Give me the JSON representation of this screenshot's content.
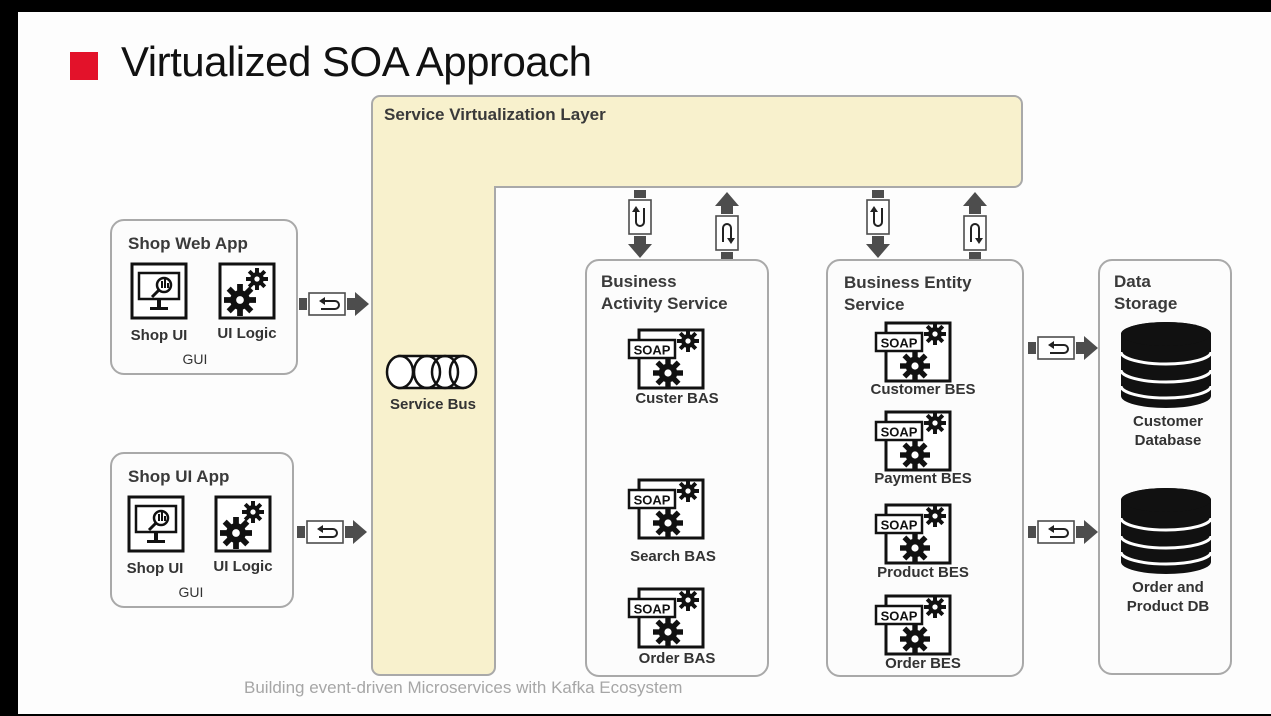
{
  "slide": {
    "title": "Virtualized SOA Approach",
    "footer": "Building event-driven Microservices with Kafka Ecosystem"
  },
  "virtualization_layer": {
    "label": "Service Virtualization Layer",
    "bus_label": "Service Bus"
  },
  "web_app": {
    "title": "Shop Web App",
    "ui_label": "Shop UI",
    "logic_label": "UI Logic",
    "gui_label": "GUI"
  },
  "ui_app": {
    "title": "Shop UI App",
    "ui_label": "Shop UI",
    "logic_label": "UI Logic",
    "gui_label": "GUI"
  },
  "bas": {
    "title_line1": "Business",
    "title_line2": "Activity Service",
    "items": [
      "Custer BAS",
      "Search BAS",
      "Order BAS"
    ]
  },
  "bes": {
    "title_line1": "Business Entity",
    "title_line2": "Service",
    "items": [
      "Customer BES",
      "Payment BES",
      "Product BES",
      "Order BES"
    ]
  },
  "storage": {
    "title_line1": "Data",
    "title_line2": "Storage",
    "db1_line1": "Customer",
    "db1_line2": "Database",
    "db2_line1": "Order and",
    "db2_line2": "Product DB"
  },
  "soap_label": "SOAP",
  "colors": {
    "accent": "#e3122a",
    "layer_fill": "#f8f1cd",
    "border": "#a9a9a9",
    "arrow": "#4d4d4d"
  }
}
